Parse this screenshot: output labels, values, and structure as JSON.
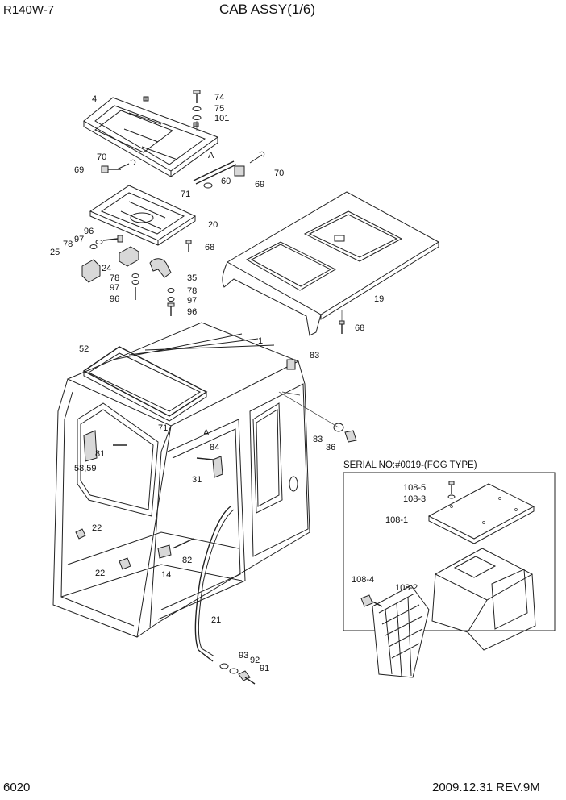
{
  "header": {
    "model": "R140W-7",
    "title": "CAB ASSY(1/6)",
    "page_number": "6020",
    "date_rev": "2009.12.31  REV.9M"
  },
  "inset": {
    "caption": "SERIAL NO:#0019-(FOG TYPE)"
  },
  "part_labels": [
    "4",
    "74",
    "75",
    "101",
    "70",
    "69",
    "A",
    "71",
    "60",
    "69",
    "70",
    "20",
    "96",
    "97",
    "78",
    "25",
    "24",
    "68",
    "35",
    "78",
    "97",
    "96",
    "78",
    "97",
    "96",
    "19",
    "68",
    "1",
    "52",
    "83",
    "83",
    "36",
    "71",
    "A",
    "81",
    "58,59",
    "84",
    "31",
    "22",
    "22",
    "82",
    "14",
    "21",
    "93",
    "92",
    "91",
    "108-5",
    "108-3",
    "108-1",
    "108-4",
    "108-2"
  ]
}
